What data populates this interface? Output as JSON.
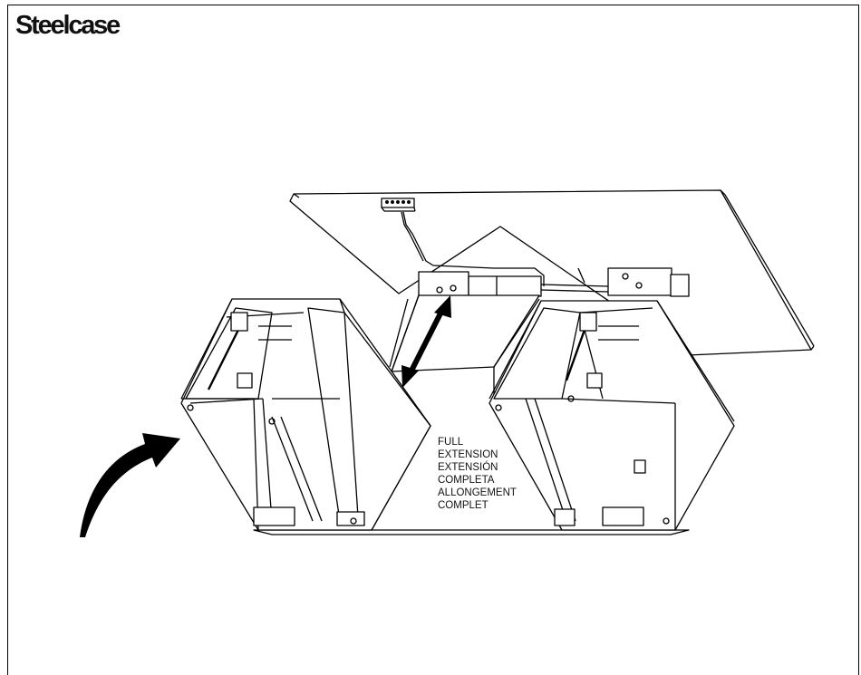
{
  "brand": {
    "logo_text": "Steelcase"
  },
  "callout": {
    "lines": [
      "FULL",
      "EXTENSION",
      "EXTENSIÓN",
      "COMPLETA",
      "ALLONGEMENT",
      "COMPLET"
    ]
  },
  "icons": {
    "rotate_arrow": "curved-arrow-icon",
    "extension_arrow": "double-headed-arrow-icon"
  },
  "colors": {
    "line": "#000000",
    "background": "#ffffff"
  }
}
